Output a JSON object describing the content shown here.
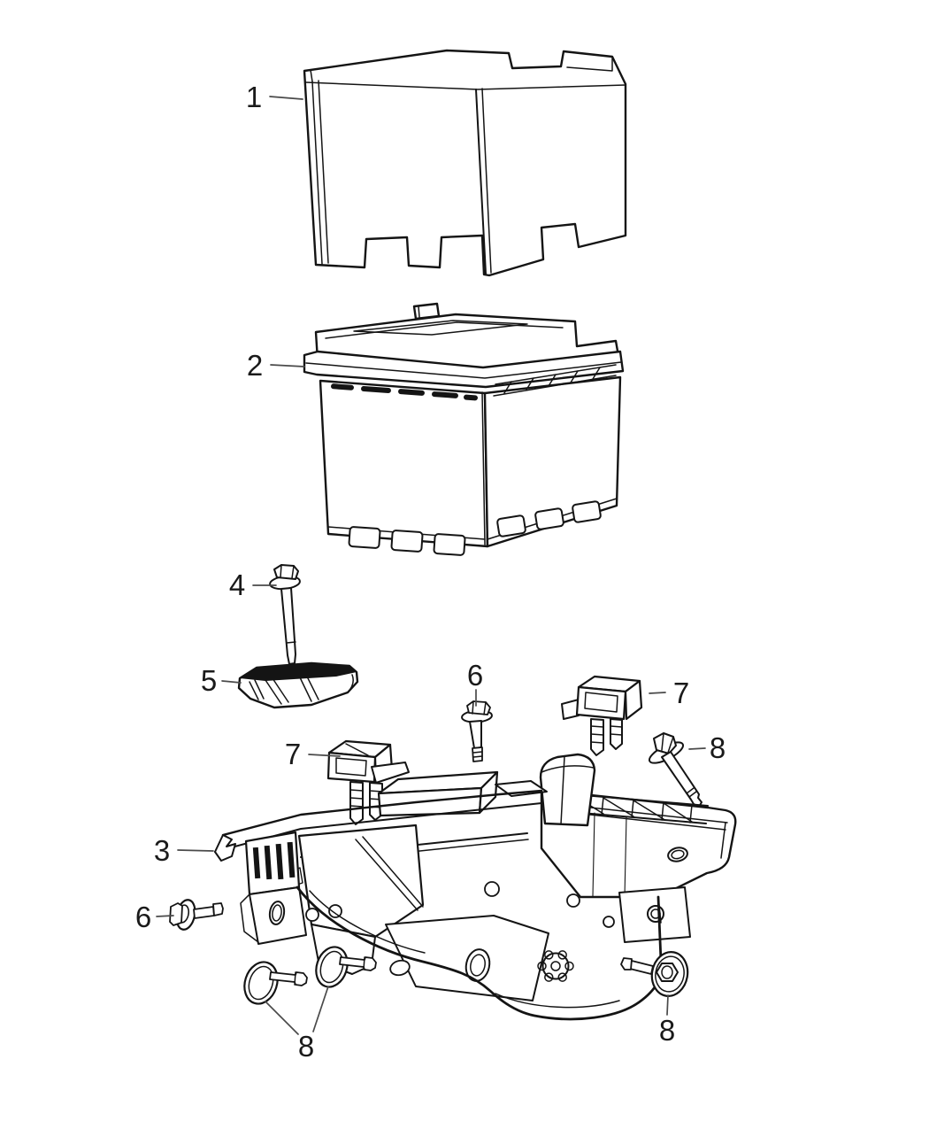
{
  "diagram": {
    "type": "exploded-parts-line-drawing",
    "background_color": "#ffffff",
    "line_color": "#141414",
    "leader_color": "#4a4a4a",
    "label_color": "#1a1a1a"
  },
  "parts": [
    {
      "callout": "1",
      "name": "battery-cover"
    },
    {
      "callout": "2",
      "name": "battery"
    },
    {
      "callout": "3",
      "name": "battery-tray"
    },
    {
      "callout": "4",
      "name": "hold-down-bolt"
    },
    {
      "callout": "5",
      "name": "hold-down-clamp"
    },
    {
      "callout": "6",
      "name": "hex-flange-screw"
    },
    {
      "callout": "7",
      "name": "push-in-bracket"
    },
    {
      "callout": "8",
      "name": "shoulder-bolt"
    }
  ],
  "callouts": [
    {
      "label": "1"
    },
    {
      "label": "2"
    },
    {
      "label": "3"
    },
    {
      "label": "4"
    },
    {
      "label": "5"
    },
    {
      "label": "6"
    },
    {
      "label": "6"
    },
    {
      "label": "7"
    },
    {
      "label": "7"
    },
    {
      "label": "8"
    },
    {
      "label": "8"
    },
    {
      "label": "8"
    }
  ]
}
